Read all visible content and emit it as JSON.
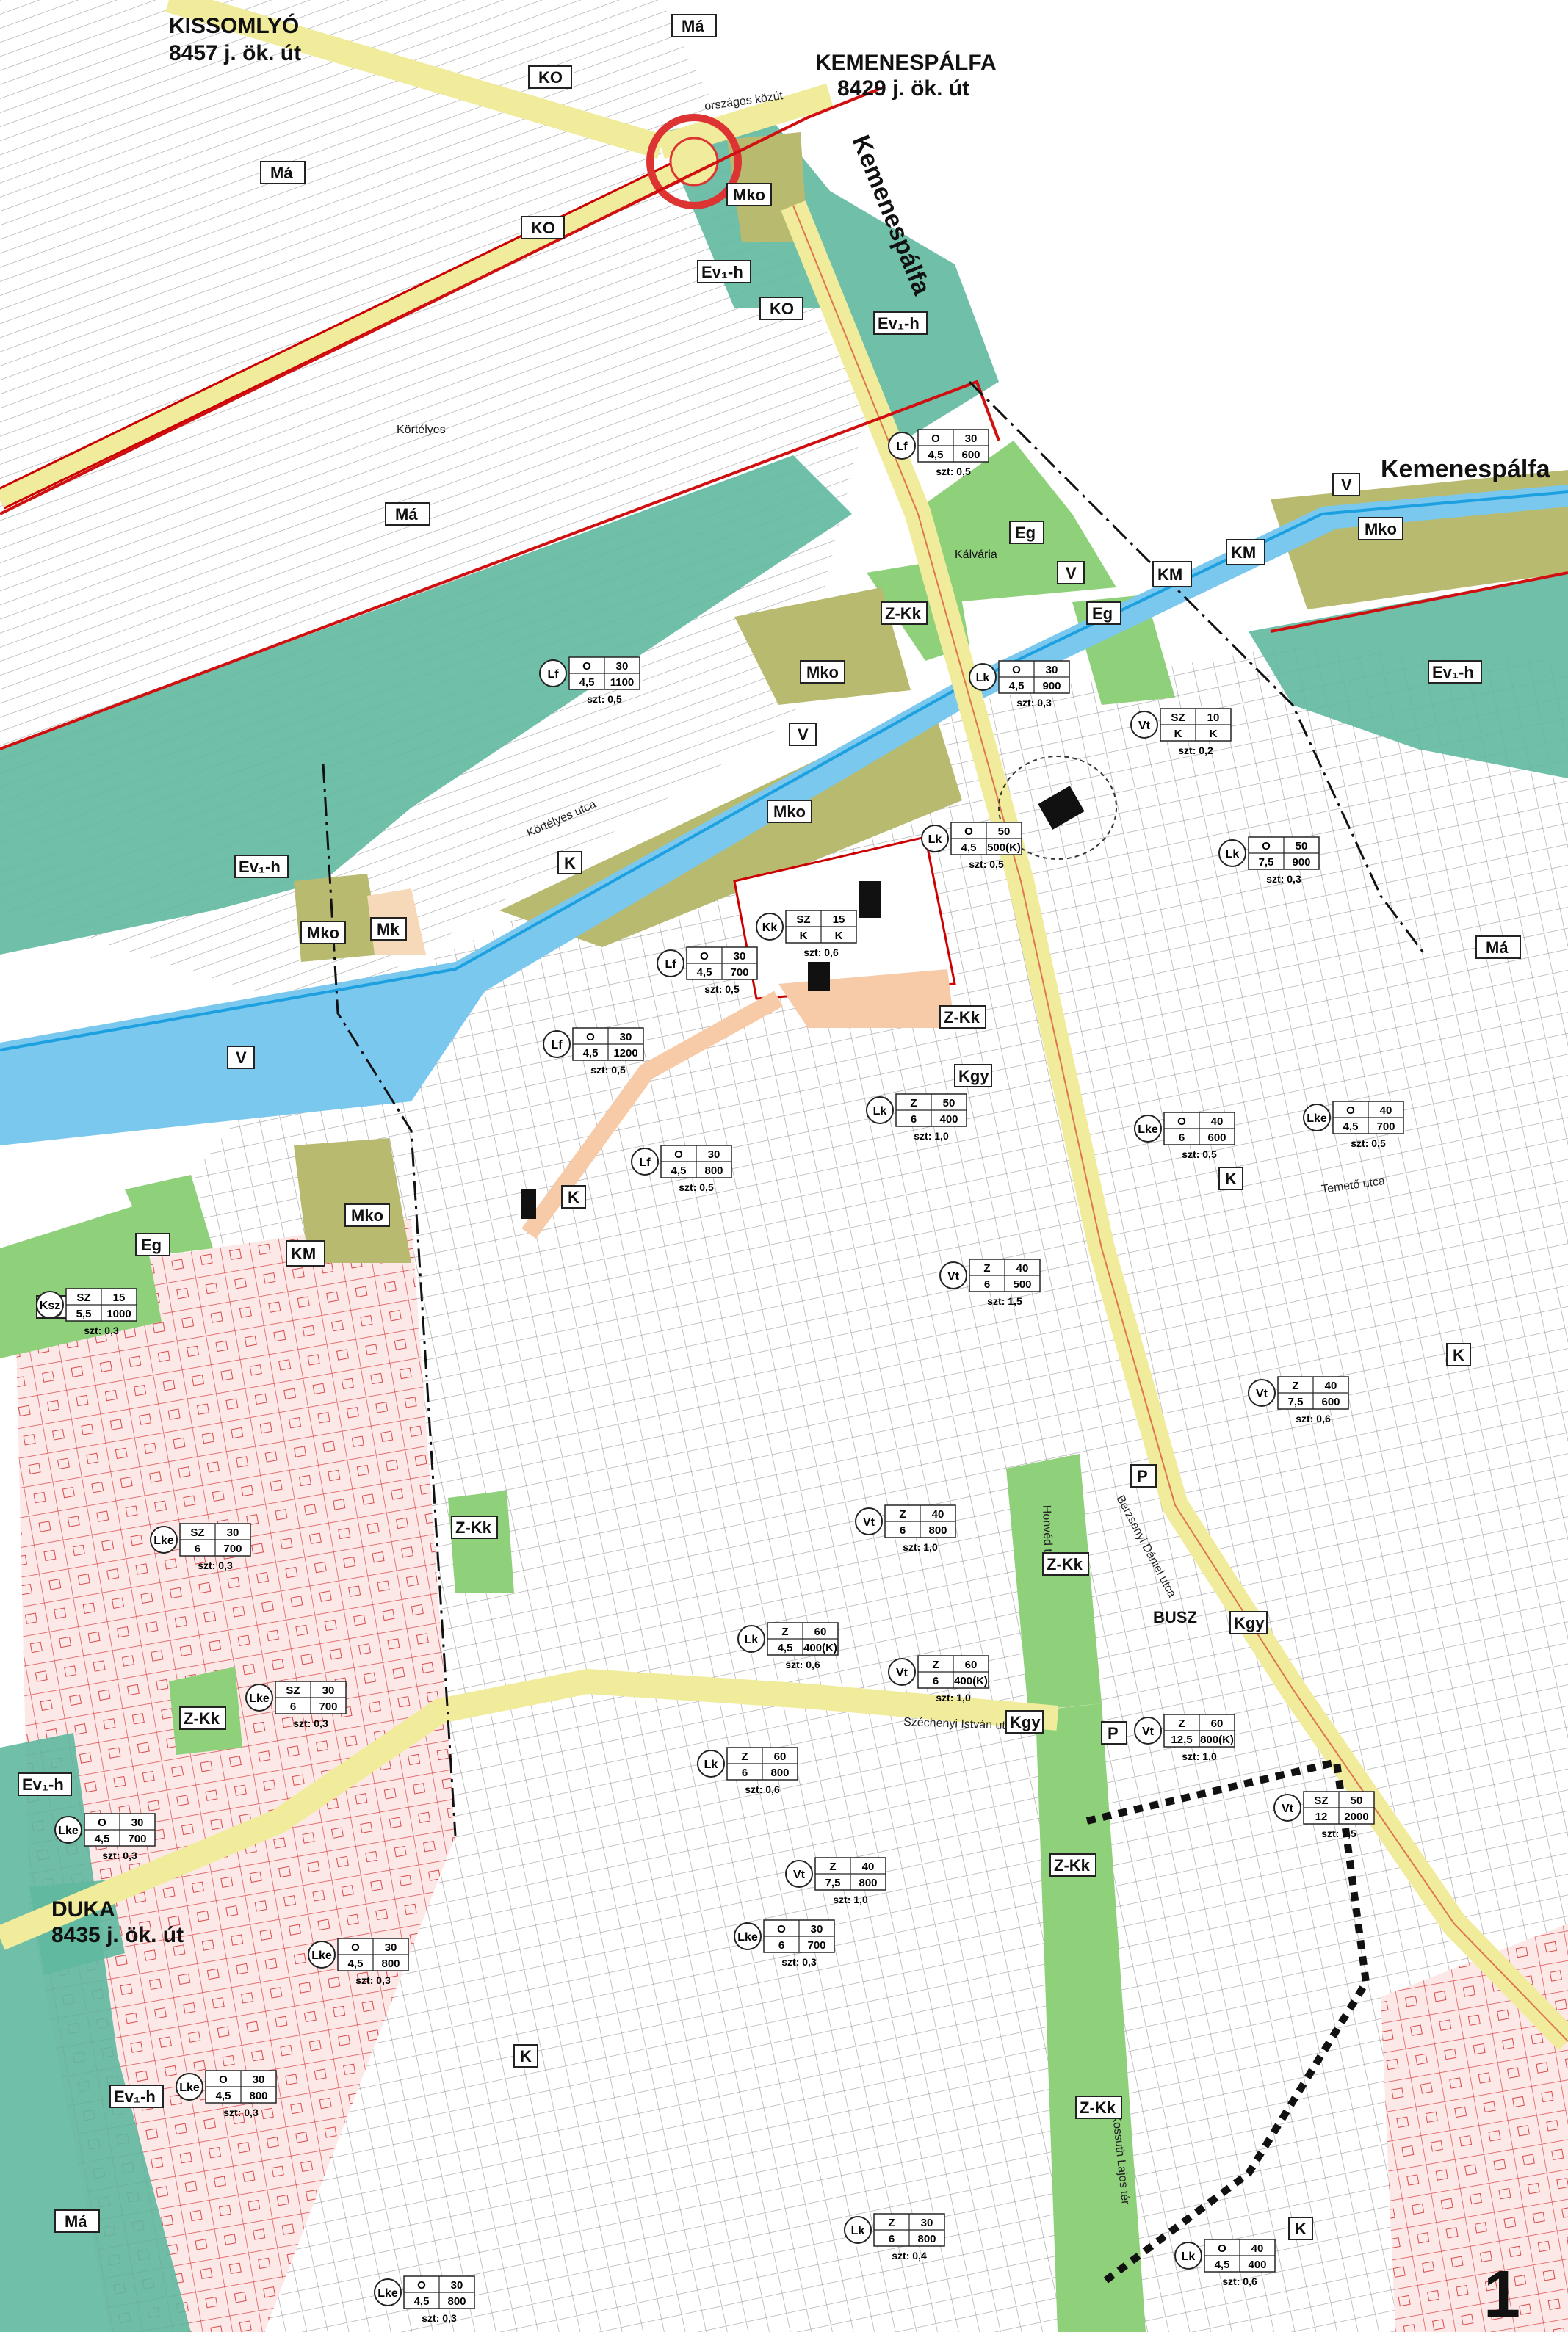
{
  "places": {
    "kissomlyo": "KISSOMLYÓ",
    "kissomlyo_road": "8457 j. ök. út",
    "kemenespalfa": "KEMENESPÁLFA",
    "kemenespalfa_road": "8429 j. ök. út",
    "kemenespalfa_river": "Kemenespálfa",
    "kemenespalfa_right": "Kemenespálfa",
    "duka": "DUKA",
    "duka_road": "8435 j. ök. út",
    "kortelyes": "Körtélyes",
    "kalvaria": "Kálvária"
  },
  "streets": {
    "orszagos_kozut": "országos közút",
    "berzsenyi": "Berzsenyi Dániel utca",
    "szechenyi": "Széchenyi István utca",
    "temeto": "Temető utca",
    "kortelyes_utca": "Körtélyes utca",
    "honved": "Honvéd tér",
    "kossuth": "Kossuth Lajos tér"
  },
  "zones": {
    "ma": "Má",
    "ko": "KO",
    "mko": "Mko",
    "ev": "Ev₁-h",
    "v": "V",
    "k": "K",
    "km": "KM",
    "eg": "Eg",
    "zkk": "Z-Kk",
    "kgy": "Kgy",
    "p": "P",
    "mk": "Mk",
    "busz": "BUSZ",
    "sheet": "1"
  },
  "districts": [
    {
      "code": "Lf",
      "top": [
        "O",
        "30"
      ],
      "bottom": [
        "4,5",
        "600"
      ],
      "szt": "szt: 0,5"
    },
    {
      "code": "Lf",
      "top": [
        "O",
        "30"
      ],
      "bottom": [
        "4,5",
        "1100"
      ],
      "szt": "szt: 0,5"
    },
    {
      "code": "Lk",
      "top": [
        "O",
        "30"
      ],
      "bottom": [
        "4,5",
        "900"
      ],
      "szt": "szt: 0,3"
    },
    {
      "code": "Vt",
      "top": [
        "SZ",
        "10"
      ],
      "bottom": [
        "K",
        "K"
      ],
      "szt": "szt: 0,2"
    },
    {
      "code": "Lk",
      "top": [
        "O",
        "50"
      ],
      "bottom": [
        "4,5",
        "500(K)"
      ],
      "szt": "szt: 0,5"
    },
    {
      "code": "Lk",
      "top": [
        "O",
        "50"
      ],
      "bottom": [
        "7,5",
        "900"
      ],
      "szt": "szt: 0,3"
    },
    {
      "code": "Kk",
      "top": [
        "SZ",
        "15"
      ],
      "bottom": [
        "K",
        "K"
      ],
      "szt": "szt: 0,6"
    },
    {
      "code": "Lf",
      "top": [
        "O",
        "30"
      ],
      "bottom": [
        "4,5",
        "700"
      ],
      "szt": "szt: 0,5"
    },
    {
      "code": "Lf",
      "top": [
        "O",
        "30"
      ],
      "bottom": [
        "4,5",
        "1200"
      ],
      "szt": "szt: 0,5"
    },
    {
      "code": "Lk",
      "top": [
        "Z",
        "50"
      ],
      "bottom": [
        "6",
        "400"
      ],
      "szt": "szt: 1,0"
    },
    {
      "code": "Lke",
      "top": [
        "O",
        "40"
      ],
      "bottom": [
        "6",
        "600"
      ],
      "szt": "szt: 0,5"
    },
    {
      "code": "Lke",
      "top": [
        "O",
        "40"
      ],
      "bottom": [
        "4,5",
        "700"
      ],
      "szt": "szt: 0,5"
    },
    {
      "code": "Lf",
      "top": [
        "O",
        "30"
      ],
      "bottom": [
        "4,5",
        "800"
      ],
      "szt": "szt: 0,5"
    },
    {
      "code": "Vt",
      "top": [
        "Z",
        "40"
      ],
      "bottom": [
        "6",
        "500"
      ],
      "szt": "szt: 1,5"
    },
    {
      "code": "Vt",
      "top": [
        "Z",
        "40"
      ],
      "bottom": [
        "7,5",
        "600"
      ],
      "szt": "szt: 0,6"
    },
    {
      "code": "Ksz",
      "top": [
        "SZ",
        "15"
      ],
      "bottom": [
        "5,5",
        "1000"
      ],
      "szt": "szt: 0,3"
    },
    {
      "code": "Lke",
      "top": [
        "SZ",
        "30"
      ],
      "bottom": [
        "6",
        "700"
      ],
      "szt": "szt: 0,3"
    },
    {
      "code": "Vt",
      "top": [
        "Z",
        "40"
      ],
      "bottom": [
        "6",
        "800"
      ],
      "szt": "szt: 1,0"
    },
    {
      "code": "Lk",
      "top": [
        "Z",
        "60"
      ],
      "bottom": [
        "4,5",
        "400(K)"
      ],
      "szt": "szt: 0,6"
    },
    {
      "code": "Vt",
      "top": [
        "Z",
        "60"
      ],
      "bottom": [
        "6",
        "400(K)"
      ],
      "szt": "szt: 1,0"
    },
    {
      "code": "Lke",
      "top": [
        "SZ",
        "30"
      ],
      "bottom": [
        "6",
        "700"
      ],
      "szt": "szt: 0,3"
    },
    {
      "code": "Lk",
      "top": [
        "Z",
        "60"
      ],
      "bottom": [
        "6",
        "800"
      ],
      "szt": "szt: 0,6"
    },
    {
      "code": "Vt",
      "top": [
        "Z",
        "60"
      ],
      "bottom": [
        "12,5",
        "800(K)"
      ],
      "szt": "szt: 1,0"
    },
    {
      "code": "Vt",
      "top": [
        "SZ",
        "50"
      ],
      "bottom": [
        "12",
        "2000"
      ],
      "szt": "szt: 1,5"
    },
    {
      "code": "Lke",
      "top": [
        "O",
        "30"
      ],
      "bottom": [
        "4,5",
        "700"
      ],
      "szt": "szt: 0,3"
    },
    {
      "code": "Vt",
      "top": [
        "Z",
        "40"
      ],
      "bottom": [
        "7,5",
        "800"
      ],
      "szt": "szt: 1,0"
    },
    {
      "code": "Lke",
      "top": [
        "O",
        "30"
      ],
      "bottom": [
        "6",
        "700"
      ],
      "szt": "szt: 0,3"
    },
    {
      "code": "Lke",
      "top": [
        "O",
        "30"
      ],
      "bottom": [
        "4,5",
        "800"
      ],
      "szt": "szt: 0,3"
    },
    {
      "code": "Lke",
      "top": [
        "O",
        "30"
      ],
      "bottom": [
        "4,5",
        "800"
      ],
      "szt": "szt: 0,3"
    },
    {
      "code": "Lk",
      "top": [
        "Z",
        "30"
      ],
      "bottom": [
        "6",
        "800"
      ],
      "szt": "szt: 0,4"
    },
    {
      "code": "Lk",
      "top": [
        "O",
        "40"
      ],
      "bottom": [
        "4,5",
        "400"
      ],
      "szt": "szt: 0,6"
    },
    {
      "code": "Lke",
      "top": [
        "O",
        "30"
      ],
      "bottom": [
        "4,5",
        "800"
      ],
      "szt": "szt: 0,3"
    }
  ]
}
